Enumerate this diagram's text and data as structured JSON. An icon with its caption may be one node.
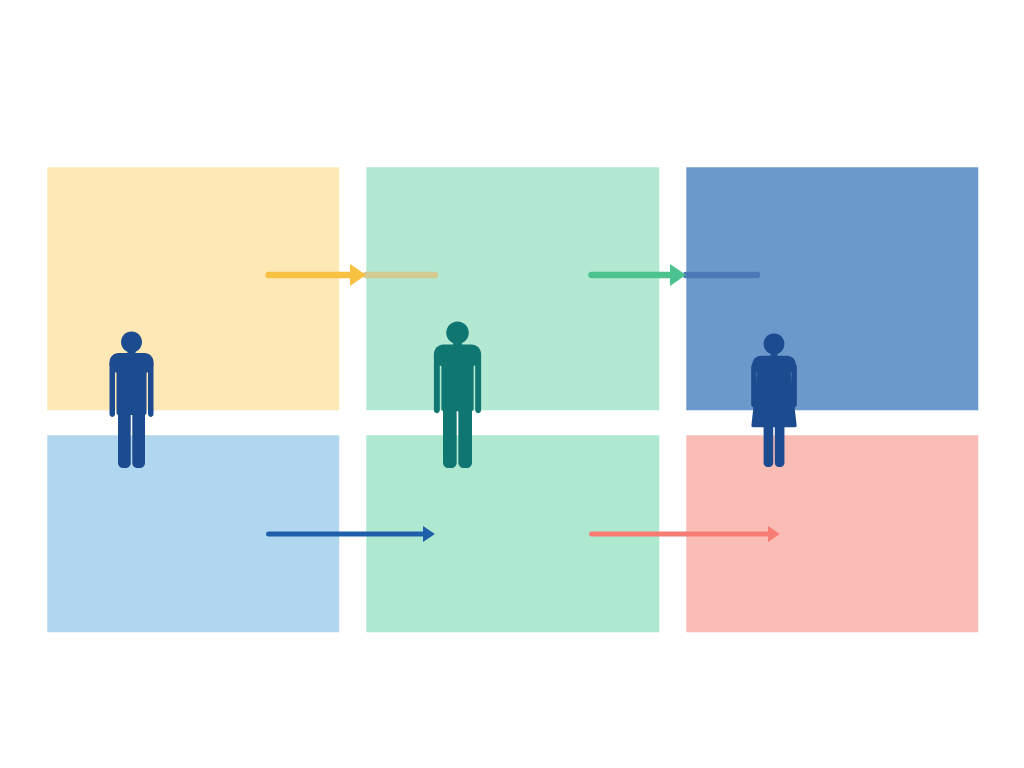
{
  "diagram": {
    "nodes": [
      {
        "text": [],
        "shape": "box"
      },
      {
        "text": [],
        "shape": "box"
      },
      {
        "text": [],
        "shape": "box"
      },
      {
        "text": [],
        "shape": "box"
      },
      {
        "text": [],
        "shape": "box"
      },
      {
        "text": [],
        "shape": "box"
      },
      {
        "text": [],
        "shape": "person"
      },
      {
        "text": [],
        "shape": "person"
      },
      {
        "text": [],
        "shape": "person"
      }
    ],
    "edges": [
      {
        "from": 0,
        "to": 1,
        "arrow": "to",
        "color": "#f8c142"
      },
      {
        "from": 1,
        "to": 2,
        "arrow": "to",
        "color": "#4cc38e"
      },
      {
        "from": 3,
        "to": 4,
        "arrow": "to",
        "color": "#1f5ea8"
      },
      {
        "from": 4,
        "to": 5,
        "arrow": "to",
        "color": "#f77d74"
      }
    ]
  }
}
